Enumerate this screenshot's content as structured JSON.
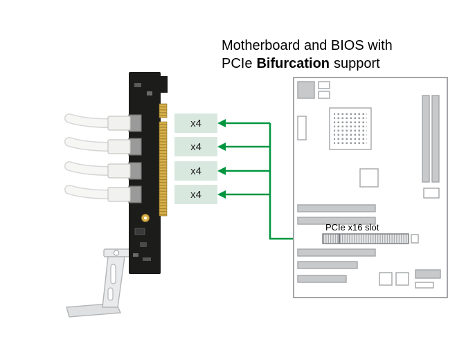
{
  "title": {
    "line1": "Motherboard and BIOS with",
    "line2_prefix": "PCIe",
    "line2_bold": "Bifurcation",
    "line2_suffix": "support"
  },
  "card": {
    "lane_labels": [
      "x4",
      "x4",
      "x4",
      "x4"
    ]
  },
  "motherboard": {
    "slot_label": "PCIe x16 slot"
  },
  "colors": {
    "green": "#009640",
    "lane_bg": "#d9e8de",
    "board": "#a3a5a8",
    "pcb": "#1c1c1b",
    "gold": "#d7b14b"
  }
}
